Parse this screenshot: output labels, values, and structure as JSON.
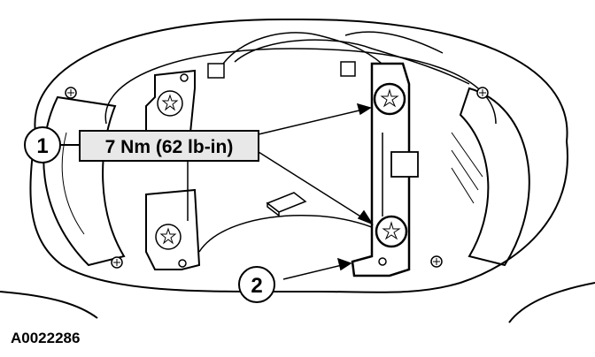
{
  "figure": {
    "id_code": "A0022286",
    "callouts": [
      {
        "number": "1",
        "label": "7 Nm (62 lb-in)"
      },
      {
        "number": "2",
        "label": ""
      }
    ]
  },
  "colors": {
    "line": "#000000",
    "background": "#ffffff",
    "label_box": "#e8e8e8"
  }
}
